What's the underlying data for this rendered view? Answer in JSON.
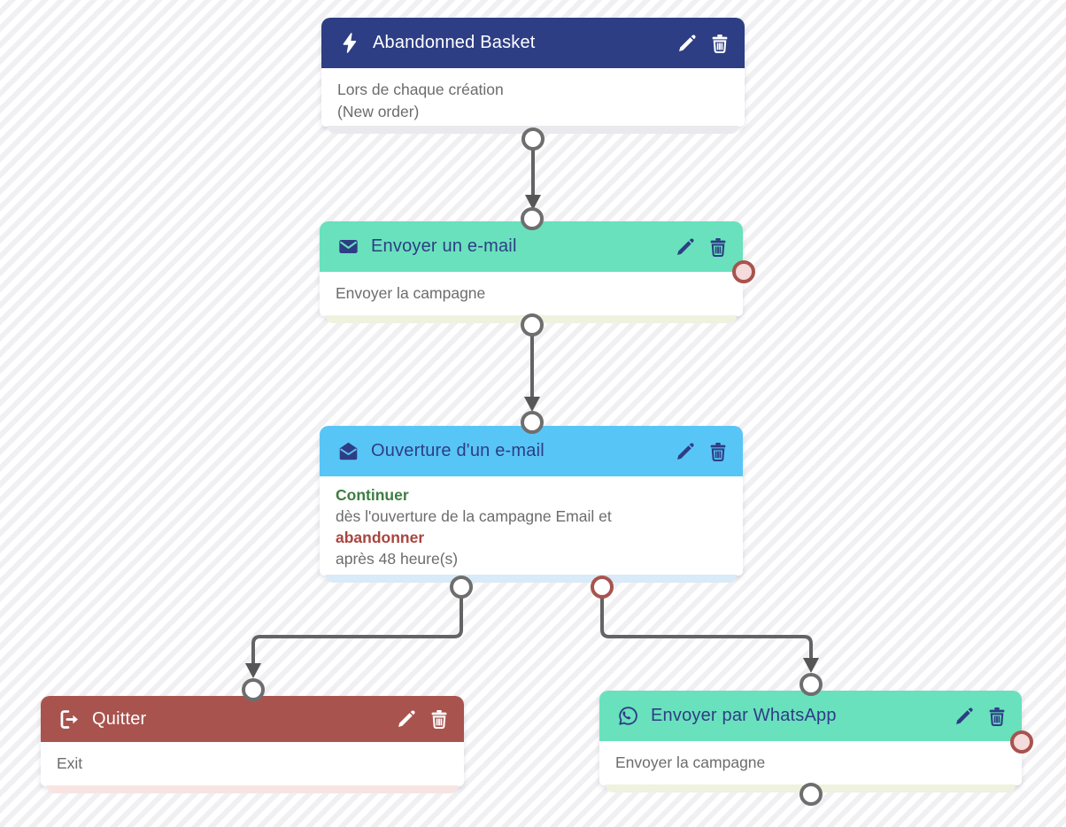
{
  "app": {
    "view": "marketing-automation-workflow-canvas"
  },
  "colors": {
    "navy": "#2d3e84",
    "teal": "#69e1bd",
    "sky": "#58c5f7",
    "brick": "#a9534e",
    "title-navy": "#2d3e84",
    "body-text": "#6c6c6c",
    "green-text": "#3e7d42",
    "red-text": "#a9453f",
    "connector": "#636363",
    "arrow": "#565656",
    "port-border": "#6e6e6e",
    "port-red-border": "#a9534e",
    "port-red-fill": "#f5dbdb",
    "strip-navy": "#e9e9ee",
    "strip-teal": "#eff2de",
    "strip-sky": "#d9eaf8",
    "strip-brick": "#f9e4e4",
    "stripe": "#f0f0f3"
  },
  "icons": {
    "lightning-icon": "⚡",
    "envelope-icon": "✉",
    "envelope-open-icon": "📨",
    "sign-out-icon": "⎋",
    "whatsapp-icon": "🗨",
    "edit-icon": "✏",
    "delete-icon": "🗑"
  },
  "nodes": {
    "trigger": {
      "title": "Abandonned Basket",
      "line1": "Lors de chaque création",
      "line2": "(New order)",
      "icon": "lightning-icon"
    },
    "email": {
      "title": "Envoyer un e-mail",
      "line1": "Envoyer la campagne",
      "icon": "envelope-icon"
    },
    "open_email": {
      "title": "Ouverture d'un e-mail",
      "line1": "Continuer",
      "line2": "dès l'ouverture de la campagne Email et",
      "line3": "abandonner",
      "line4": "après 48 heure(s)",
      "icon": "envelope-open-icon"
    },
    "quit": {
      "title": "Quitter",
      "line1": "Exit",
      "icon": "sign-out-icon"
    },
    "whatsapp": {
      "title": "Envoyer par WhatsApp",
      "line1": "Envoyer la campagne",
      "icon": "whatsapp-icon"
    }
  }
}
